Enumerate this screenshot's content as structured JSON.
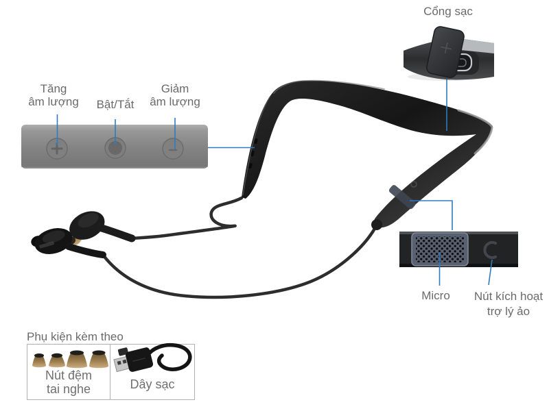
{
  "annotations": {
    "charging_port": {
      "label": "Cổng sạc"
    },
    "volume_up": {
      "line1": "Tăng",
      "line2": "âm lượng"
    },
    "power_toggle": {
      "label": "Bật/Tắt"
    },
    "volume_down": {
      "line1": "Giảm",
      "line2": "âm lượng"
    },
    "microphone": {
      "label": "Micro"
    },
    "assistant_button": {
      "line1": "Nút kích hoạt",
      "line2": "trợ lý ảo"
    }
  },
  "accessories": {
    "title": "Phụ kiện kèm theo",
    "ear_tips": {
      "line1": "Nút đệm",
      "line2": "tai nghe"
    },
    "charging_cable": {
      "label": "Dây sạc"
    }
  },
  "colors": {
    "leader_line": "#2e7bc0",
    "label_text": "#6a6a6a",
    "background": "#ffffff",
    "band_dark": "#1e1e1e",
    "closeup_bar_gray": "#868686",
    "mic_grille": "#5d6370",
    "ear_tip_amber": "#a0804f",
    "accessory_box_border": "#b0b0b0"
  }
}
